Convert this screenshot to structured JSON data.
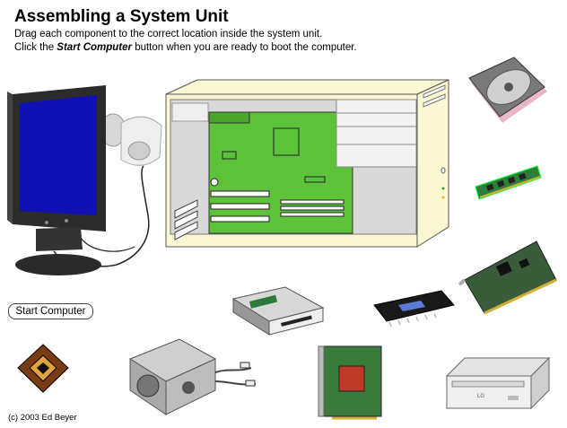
{
  "title": "Assembling a System Unit",
  "instructions": {
    "line1": "Drag each component to the correct location inside the system unit.",
    "line2_prefix": "Click the ",
    "line2_emphasis": "Start Computer",
    "line2_suffix": " button when you are ready to boot the computer."
  },
  "start_button_label": "Start Computer",
  "copyright": "(c) 2003 Ed Beyer",
  "colors": {
    "motherboard": "#5bc23a",
    "case_fill": "#fbf7d3",
    "monitor_screen": "#1010b4"
  },
  "components": [
    {
      "name": "hard-drive",
      "icon": "hard-drive-icon"
    },
    {
      "name": "ram-module",
      "icon": "ram-icon"
    },
    {
      "name": "sound-card",
      "icon": "expansion-card-icon"
    },
    {
      "name": "floppy-drive",
      "icon": "floppy-drive-icon"
    },
    {
      "name": "cpu-chip",
      "icon": "chip-icon"
    },
    {
      "name": "processor",
      "icon": "processor-icon"
    },
    {
      "name": "power-supply",
      "icon": "power-supply-icon"
    },
    {
      "name": "video-card",
      "icon": "video-card-icon"
    },
    {
      "name": "cd-drive",
      "icon": "cd-drive-icon"
    }
  ],
  "cd_drive_brand": "LG"
}
